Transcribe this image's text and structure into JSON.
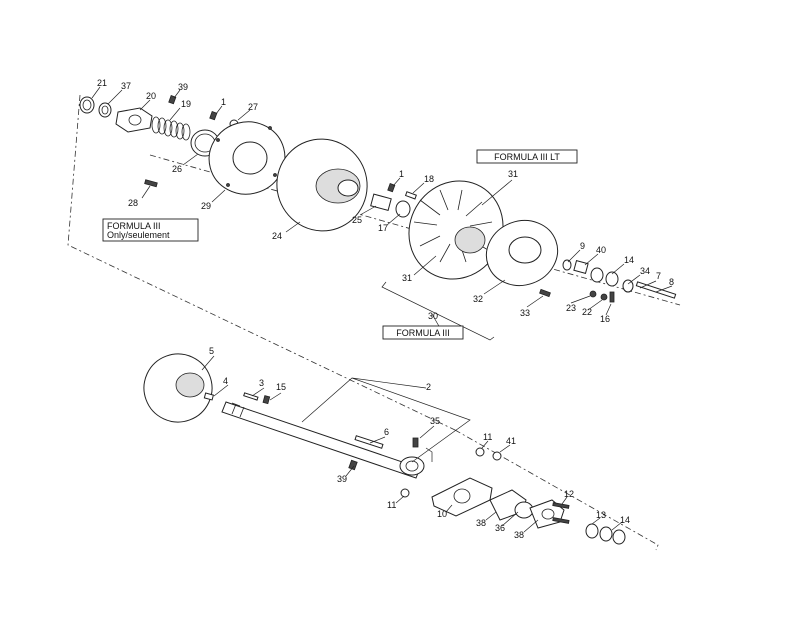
{
  "callouts": {
    "c21": "21",
    "c37": "37",
    "c20": "20",
    "c39a": "39",
    "c19": "19",
    "c1a": "1",
    "c27": "27",
    "c26": "26",
    "c28": "28",
    "c29": "29",
    "c24": "24",
    "c1b": "1",
    "c18": "18",
    "c25": "25",
    "c17": "17",
    "c31a": "31",
    "c31b": "31",
    "c9": "9",
    "c40": "40",
    "c14a": "14",
    "c34": "34",
    "c7": "7",
    "c8": "8",
    "c32": "32",
    "c23": "23",
    "c22": "22",
    "c16": "16",
    "c33": "33",
    "c30": "30",
    "c5": "5",
    "c4": "4",
    "c3": "3",
    "c15": "15",
    "c2": "2",
    "c6": "6",
    "c35": "35",
    "c39b": "39",
    "c11a": "11",
    "c41": "41",
    "c11b": "11",
    "c10": "10",
    "c38a": "38",
    "c36": "36",
    "c38b": "38",
    "c12": "12",
    "c13": "13",
    "c14b": "14"
  },
  "labels": {
    "formula_lt": "FORMULA III LT",
    "formula_only_1": "FORMULA III",
    "formula_only_2": "Only/seulement",
    "formula_iii": "FORMULA III"
  }
}
